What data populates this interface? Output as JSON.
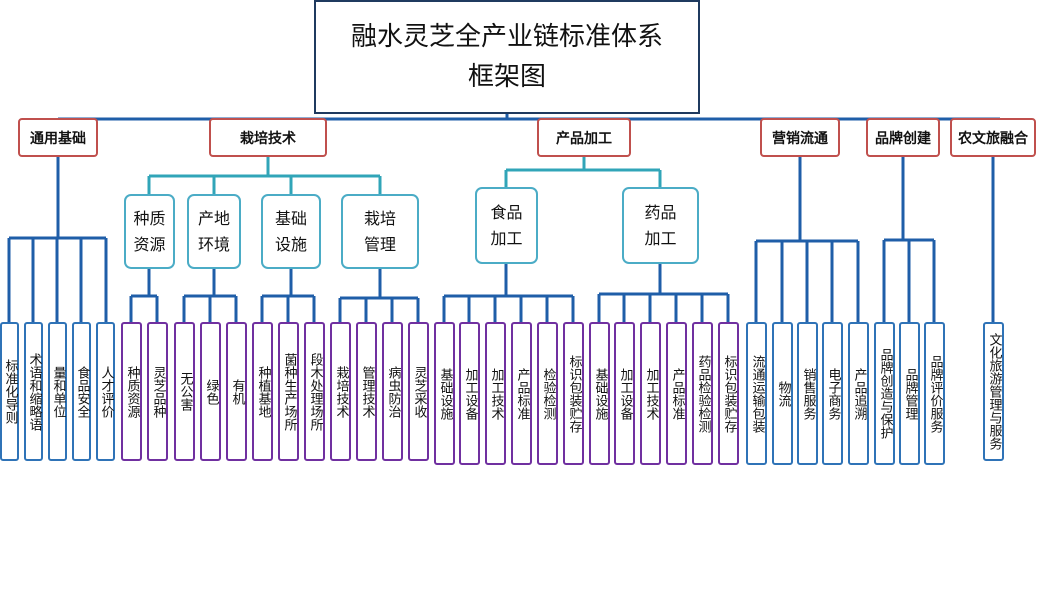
{
  "title": [
    "融水灵芝全产业链标准体系",
    "框架图"
  ],
  "colors": {
    "title_border": "#1f3a5f",
    "category_border": "#c0504d",
    "subgroup_border": "#4bacc6",
    "leaf_blue": "#2f73b7",
    "leaf_purple": "#7030a0",
    "line_blue": "#1f5ea8",
    "line_teal": "#31a5b8"
  },
  "categories": [
    {
      "label": "通用基础",
      "leaves": [
        "标准化导则",
        "术语和缩略语",
        "量和单位",
        "食品安全",
        "人才评价"
      ]
    },
    {
      "label": "栽培技术",
      "subgroups": [
        {
          "label": [
            "种质",
            "资源"
          ],
          "leaves": [
            "种质资源",
            "灵芝品种"
          ]
        },
        {
          "label": [
            "产地",
            "环境"
          ],
          "leaves": [
            "无公害",
            "绿色",
            "有机"
          ]
        },
        {
          "label": [
            "基础",
            "设施"
          ],
          "leaves": [
            "种植基地",
            "菌种生产场所",
            "段木处理场所"
          ]
        },
        {
          "label": [
            "栽培",
            "管理"
          ],
          "leaves": [
            "栽培技术",
            "管理技术",
            "病虫防治",
            "灵芝采收"
          ]
        }
      ]
    },
    {
      "label": "产品加工",
      "subgroups": [
        {
          "label": [
            "食品",
            "加工"
          ],
          "leaves": [
            "基础设施",
            "加工设备",
            "加工技术",
            "产品标准",
            "检验检测",
            "标识包装贮存"
          ]
        },
        {
          "label": [
            "药品",
            "加工"
          ],
          "leaves": [
            "基础设施",
            "加工设备",
            "加工技术",
            "产品标准",
            "药品检验检测",
            "标识包装贮存"
          ]
        }
      ]
    },
    {
      "label": "营销流通",
      "leaves": [
        "流通运输包装",
        "物流",
        "销售服务",
        "电子商务",
        "产品追溯"
      ]
    },
    {
      "label": "品牌创建",
      "leaves": [
        "品牌创造与保护",
        "品牌管理",
        "品牌评价服务"
      ]
    },
    {
      "label": "农文旅融合",
      "leaves": [
        "文化旅游管理与服务"
      ]
    }
  ]
}
